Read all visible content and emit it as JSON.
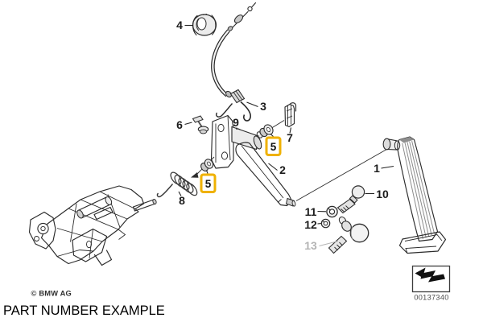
{
  "footer": {
    "copyright": "© BMW AG",
    "caption": "PART NUMBER EXAMPLE"
  },
  "stamp": {
    "code": "00137340"
  },
  "colors": {
    "highlight": "#EFB100",
    "muted": "#b4b4b4",
    "line": "#2b2b2b"
  },
  "labels": {
    "l1": "1",
    "l2": "2",
    "l3": "3",
    "l4": "4",
    "l5a": "5",
    "l5b": "5",
    "l6": "6",
    "l7": "7",
    "l8": "8",
    "l9": "9",
    "l10": "10",
    "l11": "11",
    "l12": "12",
    "l13": "13"
  }
}
